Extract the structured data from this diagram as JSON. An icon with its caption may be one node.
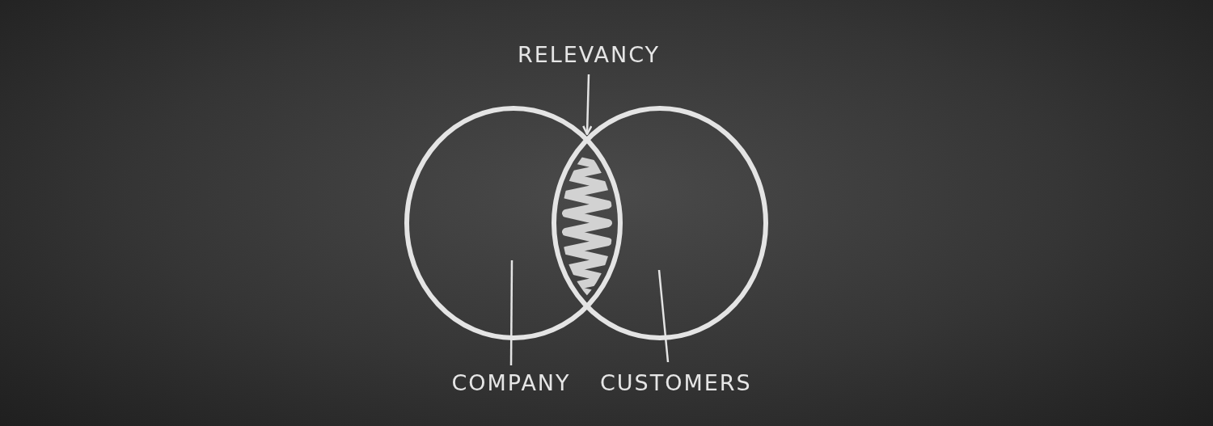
{
  "diagram": {
    "nodes": [
      {
        "text": [
          "RELEVANCY"
        ]
      },
      {
        "text": [],
        "shape": "circle"
      },
      {
        "text": [],
        "shape": "circle"
      },
      {
        "text": [],
        "shape": "picture"
      },
      {
        "text": [
          "COMPANY"
        ]
      },
      {
        "text": [
          "CUSTOMERS"
        ]
      }
    ],
    "edges": [
      {
        "from": 0,
        "to": 3,
        "arrow": "to"
      },
      {
        "from": 4,
        "to": 1,
        "arrow": "none"
      },
      {
        "from": 5,
        "to": 2,
        "arrow": "none"
      }
    ]
  }
}
